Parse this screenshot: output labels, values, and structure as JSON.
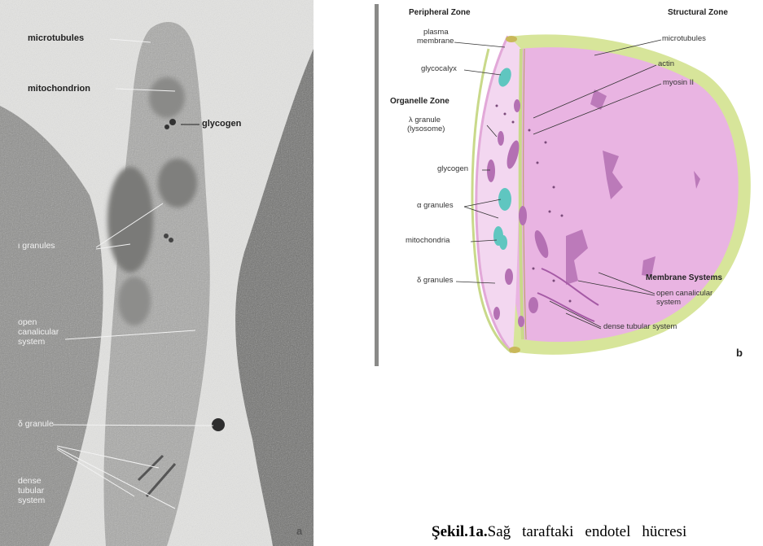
{
  "panel_a": {
    "letter": "a",
    "labels": {
      "microtubules": "microtubules",
      "mitochondrion": "mitochondrion",
      "glycogen": "glycogen",
      "a_granules": "ι granules",
      "open_canalicular_1": "open",
      "open_canalicular_2": "canalicular",
      "open_canalicular_3": "system",
      "d_granule": "δ granule",
      "dense_tubular_1": "dense",
      "dense_tubular_2": "tubular",
      "dense_tubular_3": "system"
    }
  },
  "panel_b": {
    "letter": "b",
    "zones": {
      "peripheral": "Peripheral Zone",
      "structural": "Structural Zone",
      "organelle": "Organelle Zone",
      "membrane_systems": "Membrane Systems"
    },
    "labels": {
      "plasma_membrane_1": "plasma",
      "plasma_membrane_2": "membrane",
      "glycocalyx": "glycocalyx",
      "lambda_granule_1": "λ granule",
      "lambda_granule_2": "(lysosome)",
      "glycogen": "glycogen",
      "alpha_granules": "α granules",
      "mitochondria": "mitochondria",
      "delta_granules": "δ granules",
      "microtubules": "microtubules",
      "actin": "actin",
      "myosin": "myosin II",
      "open_canalicular_1": "open canalicular",
      "open_canalicular_2": "system",
      "dense_tubular": "dense tubular system"
    }
  },
  "caption": {
    "bold_part": "Şekil.1a.",
    "words": [
      "Sağ",
      "taraftaki",
      "endotel",
      "hücresi"
    ]
  }
}
